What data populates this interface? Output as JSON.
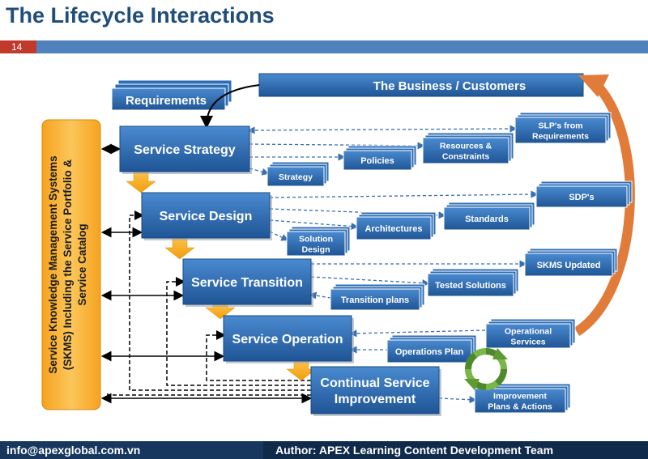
{
  "title": "The Lifecycle Interactions",
  "slide_number": "14",
  "footer": {
    "email": "info@apexglobal.com.vn",
    "author": "Author: APEX Learning Content Development Team"
  },
  "business": "The Business / Customers",
  "requirements": "Requirements",
  "skms": {
    "line1": "Service Knowledge Management Systems",
    "line2": "(SKMS) Including the Service Portfolio &",
    "line3": "Service Catalog"
  },
  "stages": [
    {
      "id": "strategy",
      "lines": [
        "Service Strategy"
      ]
    },
    {
      "id": "design",
      "lines": [
        "Service Design"
      ]
    },
    {
      "id": "transition",
      "lines": [
        "Service Transition"
      ]
    },
    {
      "id": "operation",
      "lines": [
        "Service Operation"
      ]
    },
    {
      "id": "csi",
      "lines": [
        "Continual Service",
        "Improvement"
      ]
    }
  ],
  "outputs": [
    {
      "id": "slps",
      "lines": [
        "SLP's from",
        "Requirements"
      ]
    },
    {
      "id": "resources",
      "lines": [
        "Resources &",
        "Constraints"
      ]
    },
    {
      "id": "policies",
      "lines": [
        "Policies"
      ]
    },
    {
      "id": "strategy-doc",
      "lines": [
        "Strategy"
      ]
    },
    {
      "id": "sdps",
      "lines": [
        "SDP's"
      ]
    },
    {
      "id": "standards",
      "lines": [
        "Standards"
      ]
    },
    {
      "id": "architectures",
      "lines": [
        "Architectures"
      ]
    },
    {
      "id": "solution-design",
      "lines": [
        "Solution",
        "Design"
      ]
    },
    {
      "id": "skms-updated",
      "lines": [
        "SKMS Updated"
      ]
    },
    {
      "id": "tested",
      "lines": [
        "Tested Solutions"
      ]
    },
    {
      "id": "transition-plans",
      "lines": [
        "Transition plans"
      ]
    },
    {
      "id": "op-services",
      "lines": [
        "Operational",
        "Services"
      ]
    },
    {
      "id": "op-plan",
      "lines": [
        "Operations Plan"
      ]
    },
    {
      "id": "improvement",
      "lines": [
        "Improvement",
        "Plans & Actions"
      ]
    }
  ],
  "colors": {
    "title": "#1f4e79",
    "stage_fill": "#2e6db4",
    "output_fill": "#2e6db4",
    "skms_fill": "#f9b233",
    "chevron": "#f9b233",
    "orange_arrow": "#e07b39",
    "cycle": "#7ab648"
  }
}
